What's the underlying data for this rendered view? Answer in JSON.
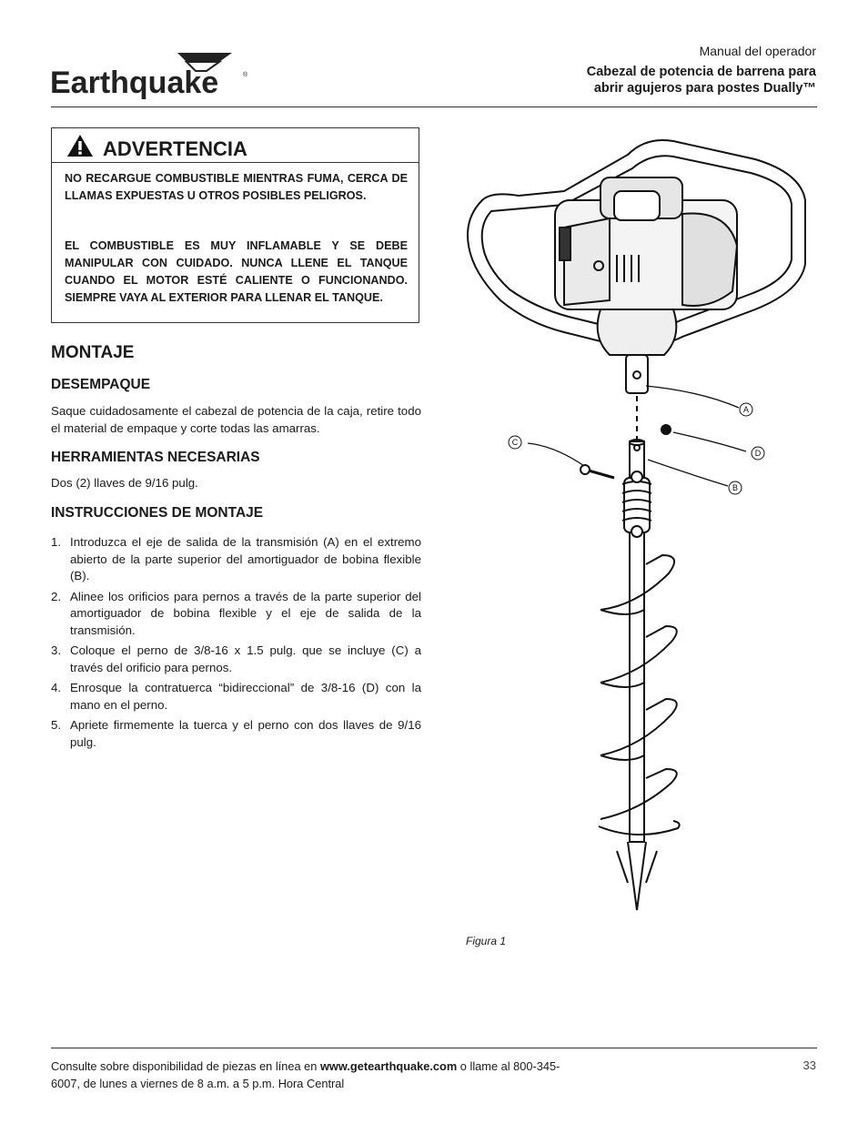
{
  "header": {
    "brand": "Earthquake",
    "manual_label": "Manual del operador",
    "title_line1": "Cabezal de potencia de barrena para",
    "title_line2": "abrir agujeros para postes Dually™"
  },
  "warning": {
    "title": "ADVERTENCIA",
    "paragraph1": "NO RECARGUE COMBUSTIBLE MIENTRAS FUMA, CERCA DE LLAMAS EXPUESTAS U OTROS POSIBLES PELIGROS.",
    "paragraph2": "EL COMBUSTIBLE ES MUY INFLAMABLE Y SE DEBE MANIPULAR CON CUIDADO. NUNCA LLENE EL TANQUE CUANDO EL MOTOR ESTÉ CALIENTE O FUNCIONANDO. SIEMPRE VAYA AL EXTERIOR PARA LLENAR EL TANQUE."
  },
  "section": {
    "title": "MONTAJE",
    "unpack_heading": "DESEMPAQUE",
    "unpack_text": "Saque cuidadosamente el cabezal de potencia de la caja, retire todo el material de empaque y corte todas las amarras.",
    "tools_heading": "HERRAMIENTAS NECESARIAS",
    "tools_text": "Dos (2) llaves de 9/16 pulg.",
    "instructions_heading": "INSTRUCCIONES DE MONTAJE",
    "steps": [
      {
        "num": "1.",
        "text": "Introduzca el eje de salida de la transmisión (A) en el extremo abierto de la parte superior del amortiguador de bobina flexible (B)."
      },
      {
        "num": "2.",
        "text": "Alinee los orificios para pernos a través de la parte superior del amortiguador de bobina flexible y el eje de salida de la transmisión."
      },
      {
        "num": "3.",
        "text": "Coloque el perno de 3/8-16 x 1.5 pulg. que se incluye (C) a través del orificio para pernos."
      },
      {
        "num": "4.",
        "text": "Enrosque la contratuerca “bidireccional” de 3/8-16 (D) con la mano en el perno."
      },
      {
        "num": "5.",
        "text": "Apriete firmemente la tuerca y el perno con dos llaves de 9/16 pulg."
      }
    ]
  },
  "figure": {
    "caption": "Figura 1",
    "callouts": {
      "a": "A",
      "b": "B",
      "c": "C",
      "d": "D"
    }
  },
  "footer": {
    "text_before": "Consulte sobre disponibilidad de piezas en línea en ",
    "url": "www.getearthquake.com",
    "text_after": " o llame al 800-345-6007, de lunes a viernes de 8 a.m. a 5 p.m. Hora Central",
    "page_number": "33"
  }
}
